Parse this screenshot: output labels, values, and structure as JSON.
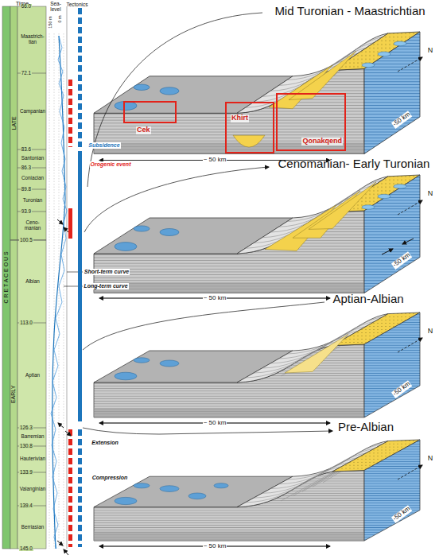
{
  "diagram": {
    "nodes": [
      {
        "text": [
          "Cek"
        ]
      },
      {
        "text": [
          "Khirt"
        ]
      },
      {
        "text": [
          "Qonakqend"
        ]
      }
    ],
    "labels": [
      "Time",
      "Sea-level",
      "Tectonics",
      "150 m",
      "0 m",
      "66.0",
      "72.1",
      "83.6",
      "86.3",
      "89.8",
      "93.9",
      "100.5",
      "113.0",
      "126.3",
      "130.8",
      "133.9",
      "139.4",
      "145.0",
      "Maastrich- tian",
      "Campanian",
      "Santonian",
      "Coniacian",
      "Turonian",
      "Ceno- manian",
      "Albian",
      "Aptian",
      "Barremian",
      "Hauterivian",
      "Valanginian",
      "Berriasian",
      "LATE",
      "EARLY",
      "C R E T A C E O U S",
      "Subsidence",
      "Orogenic event",
      "Short-term curve",
      "Long-term curve",
      "Extension",
      "Compression",
      "Mid Turonian - Maastrichtian",
      "Cenomanian- Early Turonian",
      "Aptian-Albian",
      "Pre-Albian",
      "~ 50 km",
      "~ 50 km",
      "~ 50 km",
      "~ 50 km",
      "-50 km",
      "-50 km",
      "-50 km",
      "-50 km",
      "N",
      "N",
      "N",
      "N"
    ]
  }
}
